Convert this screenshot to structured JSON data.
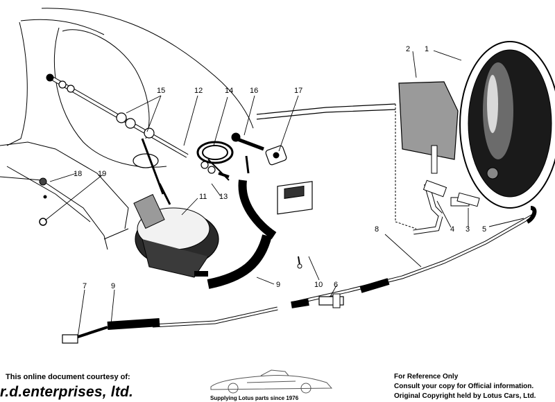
{
  "callouts": [
    {
      "num": "1"
    },
    {
      "num": "2"
    },
    {
      "num": "3"
    },
    {
      "num": "4"
    },
    {
      "num": "5"
    },
    {
      "num": "6"
    },
    {
      "num": "7"
    },
    {
      "num": "8"
    },
    {
      "num": "9"
    },
    {
      "num": "9"
    },
    {
      "num": "10"
    },
    {
      "num": "11"
    },
    {
      "num": "12"
    },
    {
      "num": "13"
    },
    {
      "num": "14"
    },
    {
      "num": "15"
    },
    {
      "num": "16"
    },
    {
      "num": "17"
    },
    {
      "num": "18"
    },
    {
      "num": "19"
    }
  ],
  "footer": {
    "courtesy": "This online document courtesy of:",
    "company": "r.d.enterprises, ltd.",
    "tagline": "Supplying Lotus parts since 1976",
    "ref_line1": "For Reference Only",
    "ref_line2": "Consult your copy for Official information.",
    "ref_line3": "Original Copyright held by Lotus Cars, Ltd."
  }
}
